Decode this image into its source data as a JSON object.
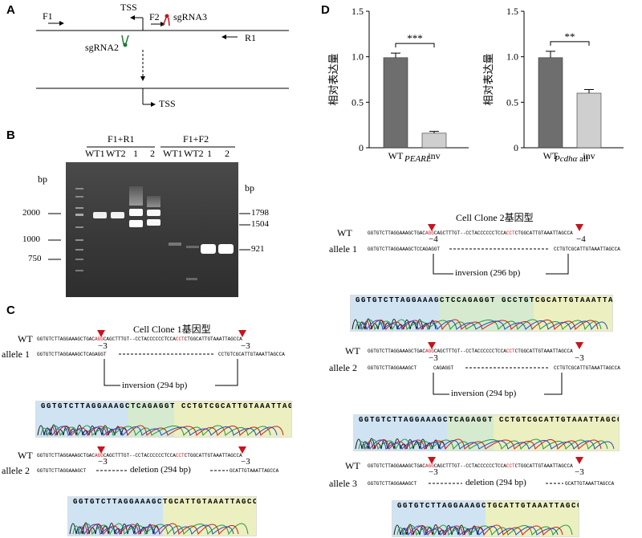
{
  "panel_a": {
    "letter": "A",
    "f1": "F1",
    "tss_top": "TSS",
    "f2": "F2",
    "sgrna3": "sgRNA3",
    "sgrna2": "sgRNA2",
    "r1": "R1",
    "tss_bottom": "TSS"
  },
  "panel_b": {
    "letter": "B",
    "group1": "F1+R1",
    "group2": "F1+F2",
    "lanes": [
      "WT1",
      "WT2",
      "1",
      "2",
      "WT1",
      "WT2",
      "1",
      "2"
    ],
    "bp_left": "bp",
    "bp_right": "bp",
    "ladder_labels": [
      "2000",
      "1000",
      "750"
    ],
    "band_labels": [
      "1798",
      "1504",
      "921"
    ]
  },
  "panel_c": {
    "letter": "C",
    "title": "Cell Clone 1基因型",
    "wt_label": "WT",
    "allele1_label": "allele 1",
    "allele2_label": "allele 2",
    "wt_seq_a": "GGTGTCTTAGGAAAGCTGAC",
    "wt_seq_red1": "AGG",
    "wt_seq_b": "CAGCTTTGT--CCTACCCCCCTCCA",
    "wt_seq_red2": "CCT",
    "wt_seq_c": "CTGGCATTGTAAATTAGCCA",
    "allele1_seq_a": "GGTGTCTTAGGAAAGCTCAGAGGT",
    "allele1_seq_b": "CCTGTCGCATTGTAAATTAGCCA",
    "allele2_seq_a": "GGTGTCTTAGGAAAGCT",
    "allele2_seq_b": "GCATTGTAAATTAGCCA",
    "minus3": "−3",
    "inversion": "inversion (294 bp)",
    "deletion": "deletion (294 bp)",
    "chrom1_bases": "GGTGTCTTAGGAAAGCTCAGAGGT    CCTGTCGCATTGTAAATTAGCCA",
    "chrom2_bases": "GGTGTCTTAGGAAAGCTGCATTGTAAATTAGCCA"
  },
  "panel_d": {
    "letter": "D",
    "ylabel": "相对表达量",
    "yticks": [
      "0",
      "0.5",
      "1.0",
      "1.5"
    ],
    "sig1": "***",
    "sig2": "**",
    "xlabel1": "PEARL",
    "xlabel2_i": "Pcdhα",
    "xlabel2_r": " all"
  },
  "chart_data": [
    {
      "type": "bar",
      "categories": [
        "WT",
        "inv"
      ],
      "values": [
        0.99,
        0.16
      ],
      "errors": [
        0.05,
        0.02
      ],
      "ylim": [
        0,
        1.5
      ],
      "xlabel": "PEARL",
      "ylabel": "相对表达量",
      "colors": [
        "#6e6e6e",
        "#cfcfcf"
      ]
    },
    {
      "type": "bar",
      "categories": [
        "WT",
        "inv"
      ],
      "values": [
        0.99,
        0.6
      ],
      "errors": [
        0.07,
        0.04
      ],
      "ylim": [
        0,
        1.5
      ],
      "xlabel": "Pcdhα all",
      "ylabel": "相对表达量",
      "colors": [
        "#6e6e6e",
        "#cfcfcf"
      ]
    }
  ],
  "panel_e": {
    "title": "Cell Clone 2基因型",
    "wt_label": "WT",
    "allele1_label": "allele 1",
    "allele2_label": "allele 2",
    "allele3_label": "allele 3",
    "minus4": "−4",
    "minus3": "−3",
    "inversion296": "inversion (296 bp)",
    "inversion294": "inversion (294 bp)",
    "deletion": "deletion (294 bp)",
    "allele1_seq_a": "GGTGTCTTAGGAAAGCTCCAGAGGT",
    "allele1_seq_b": "CCTGTCGCATTGTAAATTAGCCA",
    "allele2_seq_a": "GGTGTCTTAGGAAAGCT",
    "allele2_seq_a2": "CAGAGGT",
    "allele2_seq_b": "CCTGTCGCATTGTAAATTAGCCA",
    "allele3_seq_a": "GGTGTCTTAGGAAAGCT",
    "allele3_seq_b": "GCATTGTAAATTAGCCA",
    "chrom1_bases": "GGTGTCTTAGGAAAGCTCCAGAGGT   GCCTGTCGCATTGTAAATTAGCCA",
    "chrom2_bases": "GGTGTCTTAGGAAAGCTCAGAGGT    CCTGTCGCATTGTAAATTAGCCA",
    "chrom3_bases": "GGTGTCTTAGGAAAGCTGCATTGTAAATTAGCCA"
  }
}
